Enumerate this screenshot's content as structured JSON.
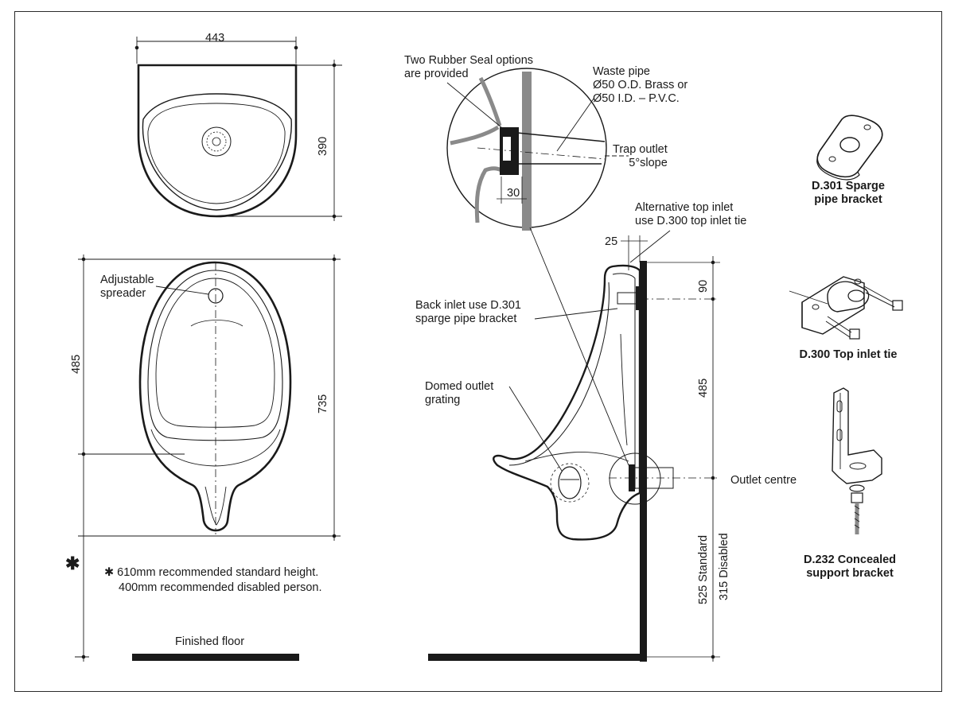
{
  "colors": {
    "line": "#1a1a1a",
    "fill_grey": "#8a8a8a",
    "floor": "#1a1a1a"
  },
  "top_view": {
    "width_dim": "443",
    "depth_dim": "390"
  },
  "front_view": {
    "spreader_label": "Adjustable\nspreader",
    "dim_485": "485",
    "dim_735": "735"
  },
  "footnote": {
    "star": "✱",
    "line1": "✱ 610mm recommended standard height.",
    "line2": "400mm recommended disabled person."
  },
  "floor_label": "Finished floor",
  "detail": {
    "seal_label": "Two Rubber Seal options\nare provided",
    "waste_label": "Waste pipe\nØ50 O.D. Brass or\nØ50 I.D. – P.V.C.",
    "trap_label": "Trap outlet\n5°slope",
    "dim_30": "30"
  },
  "side_view": {
    "alt_inlet_label": "Alternative top inlet\nuse D.300 top inlet tie",
    "dim_25": "25",
    "dim_90": "90",
    "back_inlet_label": "Back inlet use D.301\nsparge pipe bracket",
    "domed_label": "Domed outlet\ngrating",
    "dim_485": "485",
    "outlet_label": "Outlet centre",
    "standard_label": "525 Standard",
    "disabled_label": "315 Disabled"
  },
  "parts": [
    {
      "icon": "sparge-bracket-icon",
      "name": "D.301 Sparge\npipe bracket"
    },
    {
      "icon": "top-inlet-tie-icon",
      "name": "D.300 Top inlet tie"
    },
    {
      "icon": "support-bracket-icon",
      "name": "D.232 Concealed\nsupport bracket"
    }
  ]
}
